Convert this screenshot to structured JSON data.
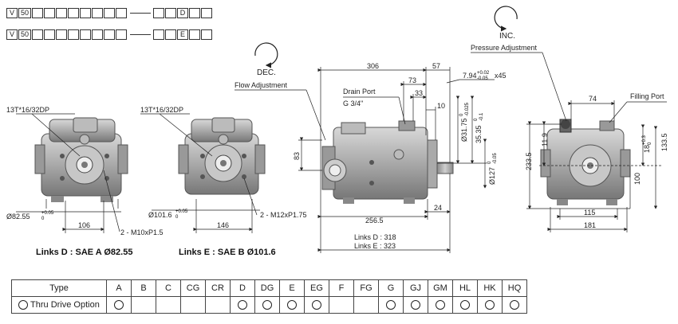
{
  "codes": [
    {
      "prefix": "V",
      "size": "50",
      "suffix": "D"
    },
    {
      "prefix": "V",
      "size": "50",
      "suffix": "E"
    }
  ],
  "labels": {
    "dec": "DEC.",
    "inc": "INC.",
    "pressure_adjustment": "Pressure Adjustment",
    "flow_adjustment": "Flow Adjustment",
    "drain_port": "Drain Port",
    "drain_port_size": "G 3/4\"",
    "filling_port": "Filling Port",
    "spline_d": "13T*16/32DP",
    "spline_e": "13T*16/32DP",
    "pilot_d": "Ø82.55",
    "pilot_d_tol_top": "+0.05",
    "pilot_d_tol_bot": "0",
    "pilot_e": "Ø101.6",
    "pilot_e_tol_top": "+0.05",
    "pilot_e_tol_bot": "0",
    "bolt_d": "2 - M10xP1.5",
    "bolt_e": "2 - M12xP1.75",
    "width_d": "106",
    "width_e": "146",
    "caption_d": "Links D : SAE A Ø82.55",
    "caption_e": "Links E : SAE B Ø101.6"
  },
  "side_dims": {
    "d306": "306",
    "d57": "57",
    "d73": "73",
    "d33": "33",
    "d10": "10",
    "d83": "83",
    "d256": "256.5",
    "d24": "24",
    "chamfer": "7.94",
    "chamfer_tol_top": "+0.02",
    "chamfer_tol_bot": "-0.05",
    "chamfer_suffix": "x45",
    "shaft_dia": "Ø31.75",
    "shaft_tol_top": "0",
    "shaft_tol_bot": "-0.025",
    "key_dim": "35.35",
    "key_tol_top": "0",
    "key_tol_bot": "-0.1",
    "pilot_dia": "Ø127",
    "pilot_tol_top": "0",
    "pilot_tol_bot": "-0.05",
    "links_d": "Links D : 318",
    "links_e": "Links E : 323"
  },
  "end_dims": {
    "d74": "74",
    "d119": "11 9",
    "d2335": "233.5",
    "d18": "18",
    "d18_tol_top": "+0.3",
    "d18_tol_bot": "0",
    "d1335": "133.5",
    "d100": "100",
    "d115": "115",
    "d181": "181"
  },
  "table": {
    "header_label": "Type",
    "row_label": "Thru Drive Option",
    "columns": [
      "A",
      "B",
      "C",
      "CG",
      "CR",
      "D",
      "DG",
      "E",
      "EG",
      "F",
      "FG",
      "G",
      "GJ",
      "GM",
      "HL",
      "HK",
      "HQ"
    ],
    "available": [
      true,
      false,
      false,
      false,
      false,
      true,
      true,
      true,
      true,
      false,
      false,
      true,
      true,
      true,
      true,
      true,
      true
    ]
  }
}
